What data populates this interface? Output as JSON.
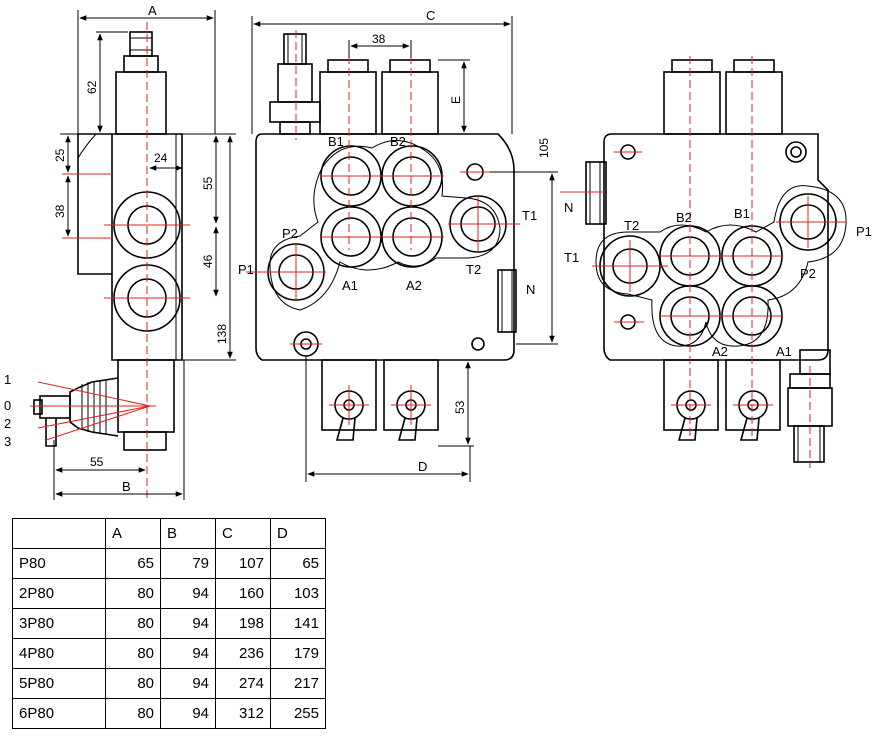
{
  "side_view": {
    "dims": {
      "a": "A",
      "h62": "62",
      "h25": "25",
      "w24": "24",
      "h38": "38",
      "h55": "55",
      "h46": "46",
      "h138": "138",
      "w55": "55",
      "b": "B"
    },
    "lever_positions": [
      "1",
      "0",
      "2",
      "3"
    ]
  },
  "front_view": {
    "dims": {
      "c": "C",
      "w38": "38",
      "e": "E",
      "h105": "105",
      "h53": "53",
      "d": "D"
    },
    "ports": {
      "b1": "B1",
      "b2": "B2",
      "p2": "P2",
      "t1": "T1",
      "p1": "P1",
      "a1": "A1",
      "a2": "A2",
      "t2": "T2",
      "n": "N"
    }
  },
  "rear_view": {
    "ports": {
      "t2": "T2",
      "b2": "B2",
      "b1": "B1",
      "p1": "P1",
      "t1": "T1",
      "p2": "P2",
      "a2": "A2",
      "a1": "A1",
      "n": "N"
    }
  },
  "spec_table": {
    "headers": [
      "",
      "A",
      "B",
      "C",
      "D"
    ],
    "rows": [
      {
        "model": "P80",
        "a": "65",
        "b": "79",
        "c": "107",
        "d": "65"
      },
      {
        "model": "2P80",
        "a": "80",
        "b": "94",
        "c": "160",
        "d": "103"
      },
      {
        "model": "3P80",
        "a": "80",
        "b": "94",
        "c": "198",
        "d": "141"
      },
      {
        "model": "4P80",
        "a": "80",
        "b": "94",
        "c": "236",
        "d": "179"
      },
      {
        "model": "5P80",
        "a": "80",
        "b": "94",
        "c": "274",
        "d": "217"
      },
      {
        "model": "6P80",
        "a": "80",
        "b": "94",
        "c": "312",
        "d": "255"
      }
    ]
  }
}
